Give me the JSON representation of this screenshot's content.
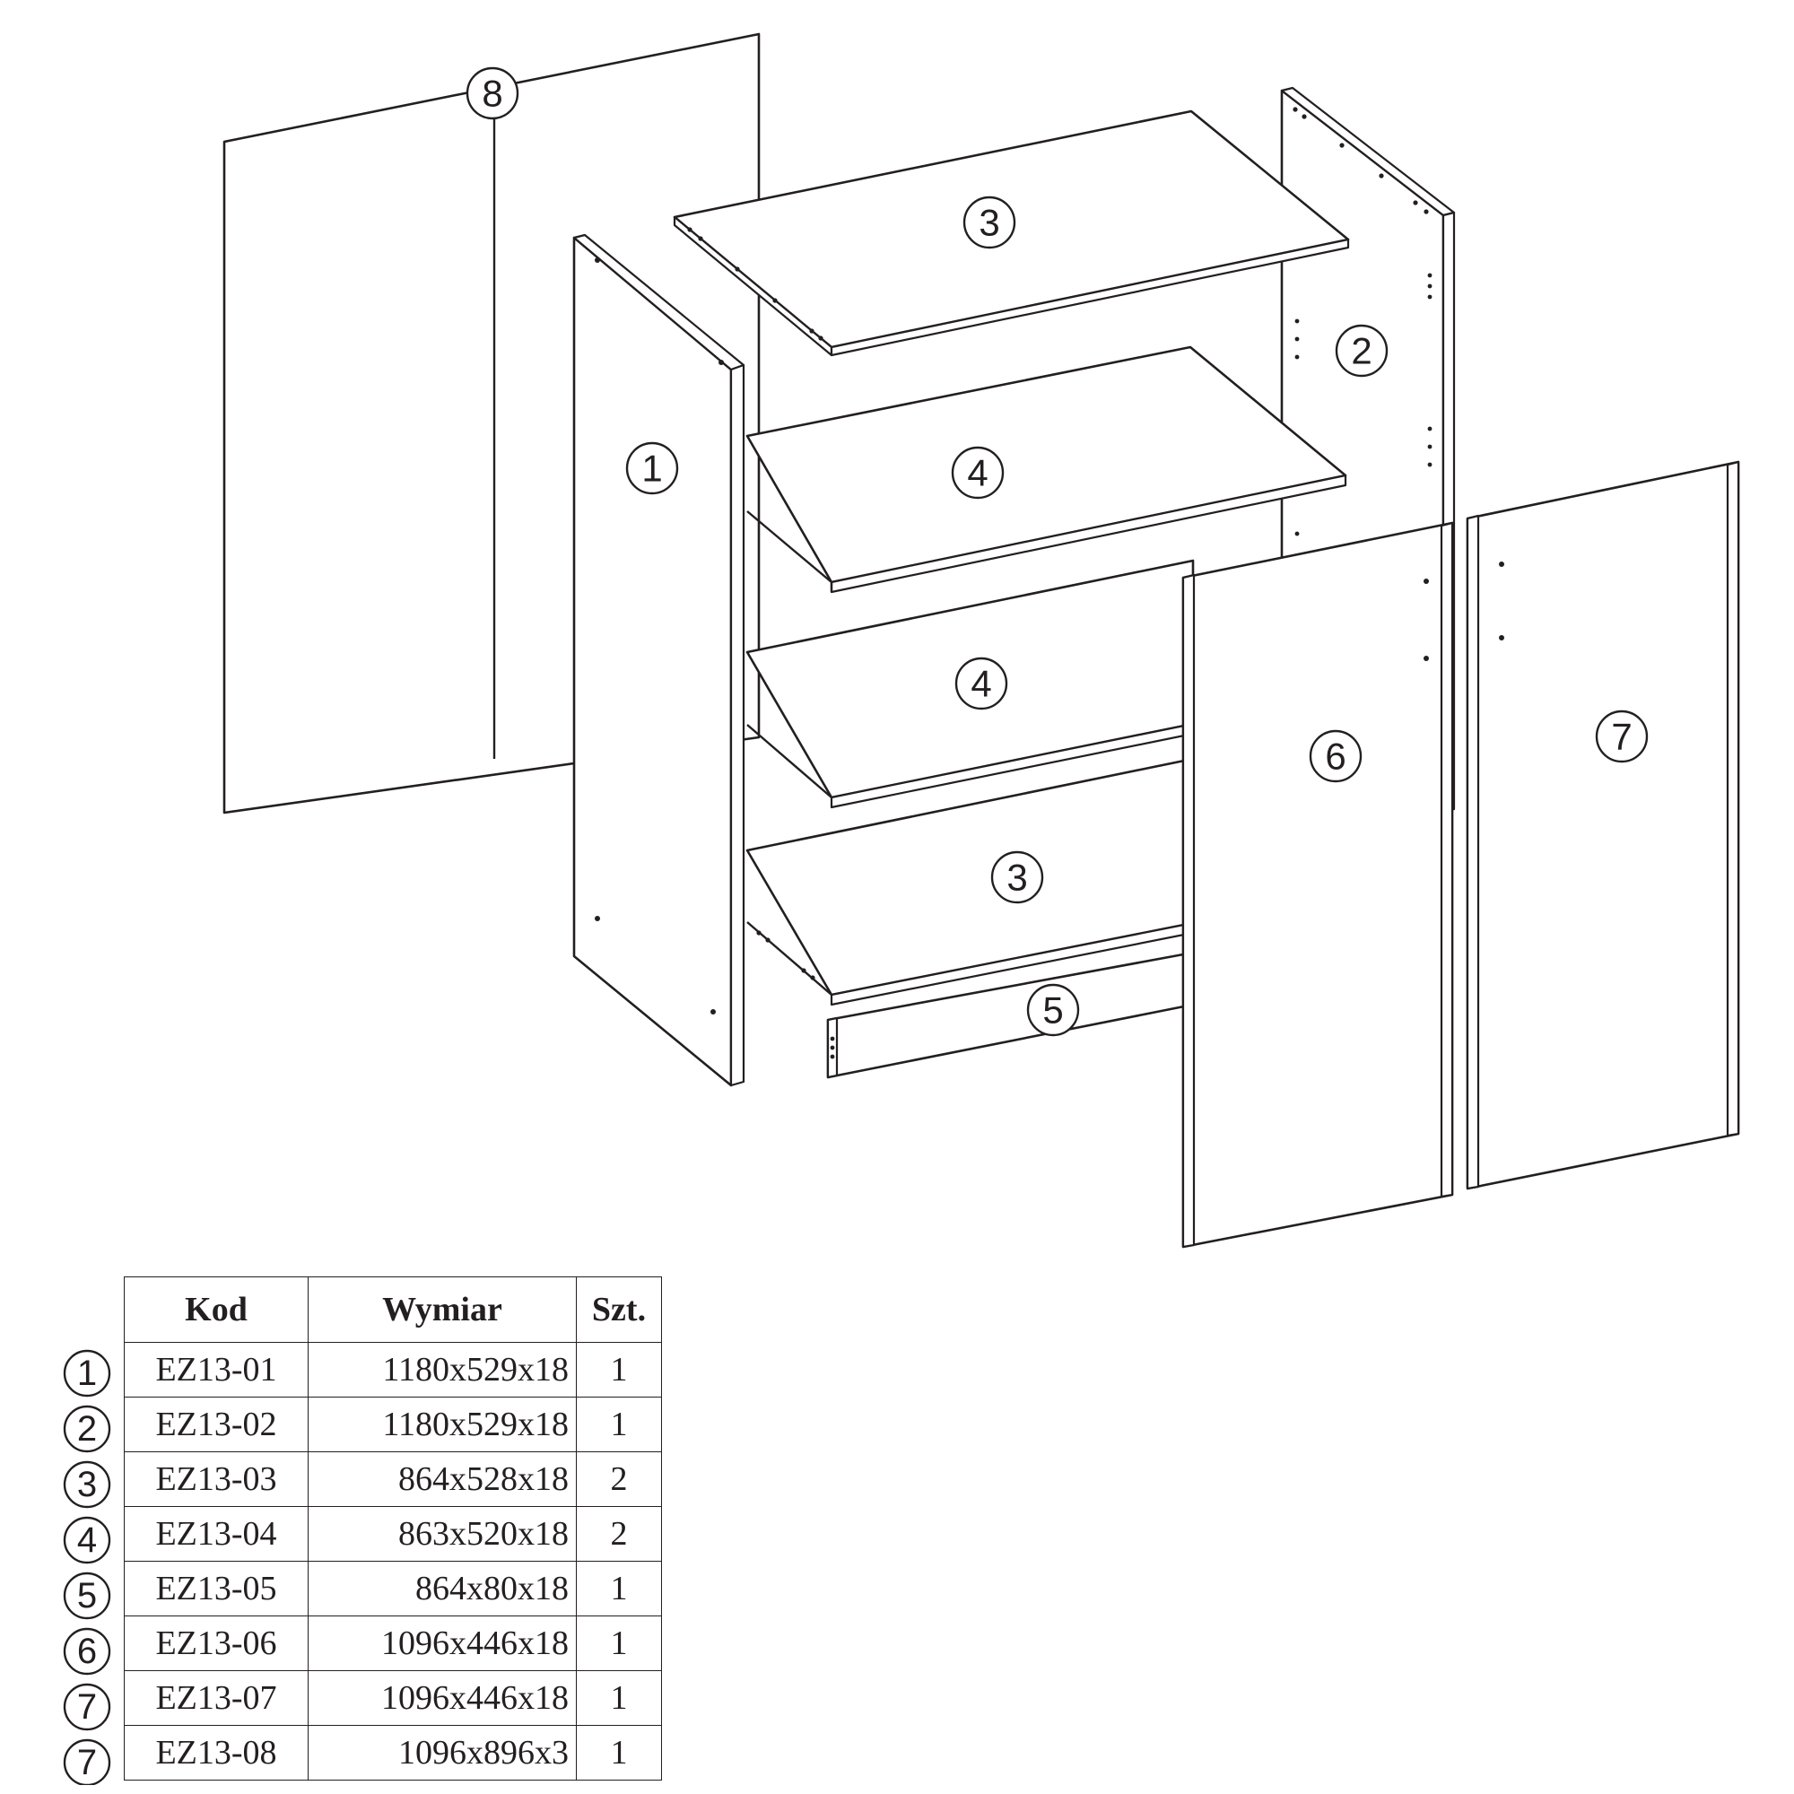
{
  "drawing": {
    "callouts": [
      "1",
      "2",
      "3",
      "3",
      "4",
      "4",
      "5",
      "6",
      "7",
      "8"
    ]
  },
  "table": {
    "headers": {
      "kod": "Kod",
      "wymiar": "Wymiar",
      "szt": "Szt."
    },
    "rows": [
      {
        "marker": "1",
        "kod": "EZ13-01",
        "wymiar": "1180x529x18",
        "szt": "1"
      },
      {
        "marker": "2",
        "kod": "EZ13-02",
        "wymiar": "1180x529x18",
        "szt": "1"
      },
      {
        "marker": "3",
        "kod": "EZ13-03",
        "wymiar": "864x528x18",
        "szt": "2"
      },
      {
        "marker": "4",
        "kod": "EZ13-04",
        "wymiar": "863x520x18",
        "szt": "2"
      },
      {
        "marker": "5",
        "kod": "EZ13-05",
        "wymiar": "864x80x18",
        "szt": "1"
      },
      {
        "marker": "6",
        "kod": "EZ13-06",
        "wymiar": "1096x446x18",
        "szt": "1"
      },
      {
        "marker": "7",
        "kod": "EZ13-07",
        "wymiar": "1096x446x18",
        "szt": "1"
      },
      {
        "marker": "7",
        "kod": "EZ13-08",
        "wymiar": "1096x896x3",
        "szt": "1"
      }
    ]
  }
}
